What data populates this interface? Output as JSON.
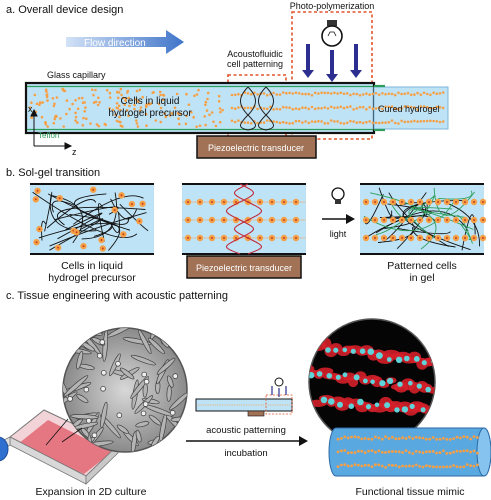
{
  "panel_a": {
    "title": "a. Overall device design",
    "flow_direction": "Flow direction",
    "photo_polymerization": "Photo-polymerization",
    "acoustofluidic_line1": "Acoustofluidic",
    "acoustofluidic_line2": "cell patterning",
    "glass_capillary": "Glass capillary",
    "teflon": "Teflon",
    "cells_line1": "Cells in liquid",
    "cells_line2": "hydrogel precursor",
    "cured_hydrogel": "Cured hydrogel",
    "piezo": "Piezoelectric transducer",
    "axis_x": "x",
    "axis_z": "z"
  },
  "panel_b": {
    "title": "b. Sol-gel transition",
    "left_line1": "Cells in liquid",
    "left_line2": "hydrogel precursor",
    "piezo": "Piezoelectric transducer",
    "light": "light",
    "right_line1": "Patterned cells",
    "right_line2": "in gel"
  },
  "panel_c": {
    "title": "c. Tissue engineering with acoustic patterning",
    "arrow_top": "acoustic patterning",
    "arrow_bottom": "incubation",
    "left_caption": "Expansion in 2D culture",
    "right_caption": "Functional tissue mimic"
  },
  "colors": {
    "hydrogel_blue": "#bfe3f6",
    "capillary_outline": "#111111",
    "teflon_green": "#2e9e5b",
    "cell_orange": "#f5a046",
    "piezo_brown": "#a17256",
    "flow_arrow_blue": "#3f74c9",
    "dashed_red": "#e2552b",
    "light_arrow_purple": "#2c2f8f",
    "flask_red": "#e36673",
    "flask_cap_blue": "#2f6fd0"
  }
}
